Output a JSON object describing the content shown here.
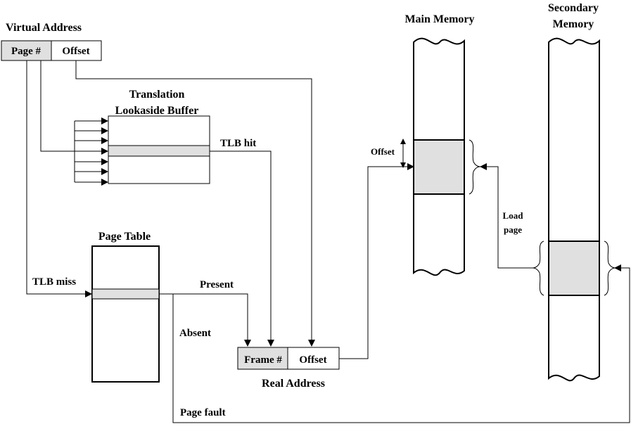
{
  "diagram": {
    "virtual_address": {
      "title": "Virtual Address",
      "field_page": "Page #",
      "field_offset": "Offset"
    },
    "tlb": {
      "title_line1": "Translation",
      "title_line2": "Lookaside Buffer",
      "hit_label": "TLB hit"
    },
    "page_table": {
      "title": "Page Table",
      "miss_label": "TLB miss",
      "present_label": "Present",
      "absent_label": "Absent"
    },
    "real_address": {
      "title": "Real Address",
      "field_frame": "Frame #",
      "field_offset": "Offset"
    },
    "main_memory": {
      "title": "Main Memory",
      "offset_label": "Offset"
    },
    "secondary_memory": {
      "title_line1": "Secondary",
      "title_line2": "Memory"
    },
    "load_page": {
      "line1": "Load",
      "line2": "page"
    },
    "page_fault_label": "Page fault",
    "colors": {
      "field_fill": "#e0e0e0",
      "line": "#000000",
      "background": "#ffffff"
    }
  }
}
